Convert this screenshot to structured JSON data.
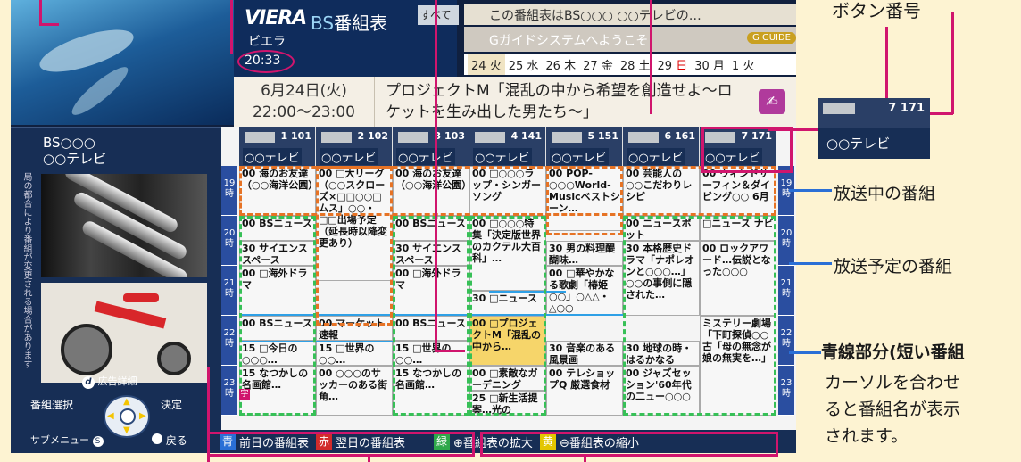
{
  "top_bar": {
    "logo": "VIERA",
    "title_prefix": "BS",
    "title": "番組表",
    "kana": "ビエラ",
    "clock": "20:33",
    "all_tab": "すべて",
    "ticker1": "この番組表はBS○○○ ○○テレビの…",
    "ticker2": "Gガイドシステムへようこそ",
    "gmark": "G GUIDE",
    "dates": [
      {
        "day": "24",
        "wd": "火",
        "red": false,
        "selected": true
      },
      {
        "day": "25",
        "wd": "水",
        "red": false,
        "selected": false
      },
      {
        "day": "26",
        "wd": "木",
        "red": false,
        "selected": false
      },
      {
        "day": "27",
        "wd": "金",
        "red": false,
        "selected": false
      },
      {
        "day": "28",
        "wd": "土",
        "red": false,
        "selected": false
      },
      {
        "day": "29",
        "wd": "日",
        "red": true,
        "selected": false
      },
      {
        "day": "30",
        "wd": "月",
        "red": false,
        "selected": false
      },
      {
        "day": "1",
        "wd": "火",
        "red": false,
        "selected": false
      }
    ]
  },
  "info": {
    "date": "6月24日(火)",
    "time": "22:00～23:00",
    "title": "プロジェクトM「混乱の中から希望を創造せよ～ロケットを生み出した男たち～」"
  },
  "side": {
    "channel_line1": "BS○○○",
    "channel_line2": "○○テレビ",
    "vertical_note": "局の都合により番組が変更される場合があります",
    "ad_label": "広告詳細",
    "nav_select": "番組選択",
    "nav_ok": "決定",
    "nav_submenu": "サブメニュー",
    "nav_back": "戻る"
  },
  "channels": [
    {
      "num": "1 101",
      "name": "○○テレビ"
    },
    {
      "num": "2 102",
      "name": "○○テレビ"
    },
    {
      "num": "3 103",
      "name": "○○テレビ"
    },
    {
      "num": "4 141",
      "name": "○○テレビ"
    },
    {
      "num": "5 151",
      "name": "○○テレビ"
    },
    {
      "num": "6 161",
      "name": "○○テレビ"
    },
    {
      "num": "7 171",
      "name": "○○テレビ"
    }
  ],
  "hours": [
    "19時",
    "20時",
    "21時",
    "22時",
    "23時"
  ],
  "programs": [
    [
      "00 海のお友達（○○海洋公園）",
      "00 BSニュース",
      "30 サイエンススペース",
      "00 □海外ドラマ",
      "00 BSニュース",
      "15 □今日の○○○…",
      "15 なつかしの名画館…"
    ],
    [
      "00 □大リーグ（○○スクローズ×□□○○□ムス」○○・□□出場予定（延長時以降変更あり）",
      "00 マーケット速報",
      "15 □世界の○○…",
      "00 ○○○のサッカーのある街角…"
    ],
    [
      "00 海のお友達（○○海洋公園）",
      "00 BSニュース",
      "30 サイエンススペース",
      "00 □海外ドラマ",
      "00 BSニュース",
      "15 □世界の○○…",
      "15 なつかしの名画館…"
    ],
    [
      "00 □○○○ラップ・シンガーソング",
      "00 □○○○特集「決定版世界のカクテル大百科」…",
      "30 □ニュース",
      "00 □プロジェクトM「混乱の中から…",
      "00 □素敵なガーデニング",
      "25 □新生活提案…光の"
    ],
    [
      "00 POP-○○○World-Musicベストシーン…",
      "30 男の料理醍醐味…",
      "00 □華やかなる歌劇「椿姫○○」○△△・△○○",
      "30 音楽のある風景画",
      "00 テレショップQ 厳選食材"
    ],
    [
      "00 芸能人の○○こだわりレシピ",
      "00 ニュースポット",
      "30 本格歴史ドラマ「ナポレオンと○○○…」○○の事側に隠された…",
      "30 地球の時・はるかなる",
      "00 ジャズセッション'60年代の二ュー○○○"
    ],
    [
      "00 ウィンドサーフィン＆ダイビング○○ 6月",
      "□ニュース ナビ",
      "00 ロックアワード…伝説となった○○○",
      "ミステリー劇場「下町探偵○○ 古「母の無念が娘の無実を…」"
    ]
  ],
  "bottom": [
    {
      "key": "青",
      "color": "#2a6fd6",
      "label": "前日の番組表"
    },
    {
      "key": "赤",
      "color": "#d12b2b",
      "label": "翌日の番組表"
    },
    {
      "key": "緑",
      "color": "#2ea84a",
      "label": "⊕番組表の拡大"
    },
    {
      "key": "黄",
      "color": "#e3c600",
      "label": "⊖番組表の縮小"
    }
  ],
  "callouts": {
    "button_number": "ボタン番号",
    "ch_num": "7 171",
    "ch_name": "○○テレビ",
    "now_airing": "放送中の番組",
    "upcoming": "放送予定の番組",
    "blue_line": "青線部分(短い番組",
    "tip": [
      "カーソルを合わせ",
      "ると番組名が表示",
      "されます。"
    ]
  },
  "colors": {
    "callout_line": "#d0156d",
    "now_dash": "#e67325",
    "future_dash": "#37c057",
    "accent_blue": "#2a4ea0"
  }
}
